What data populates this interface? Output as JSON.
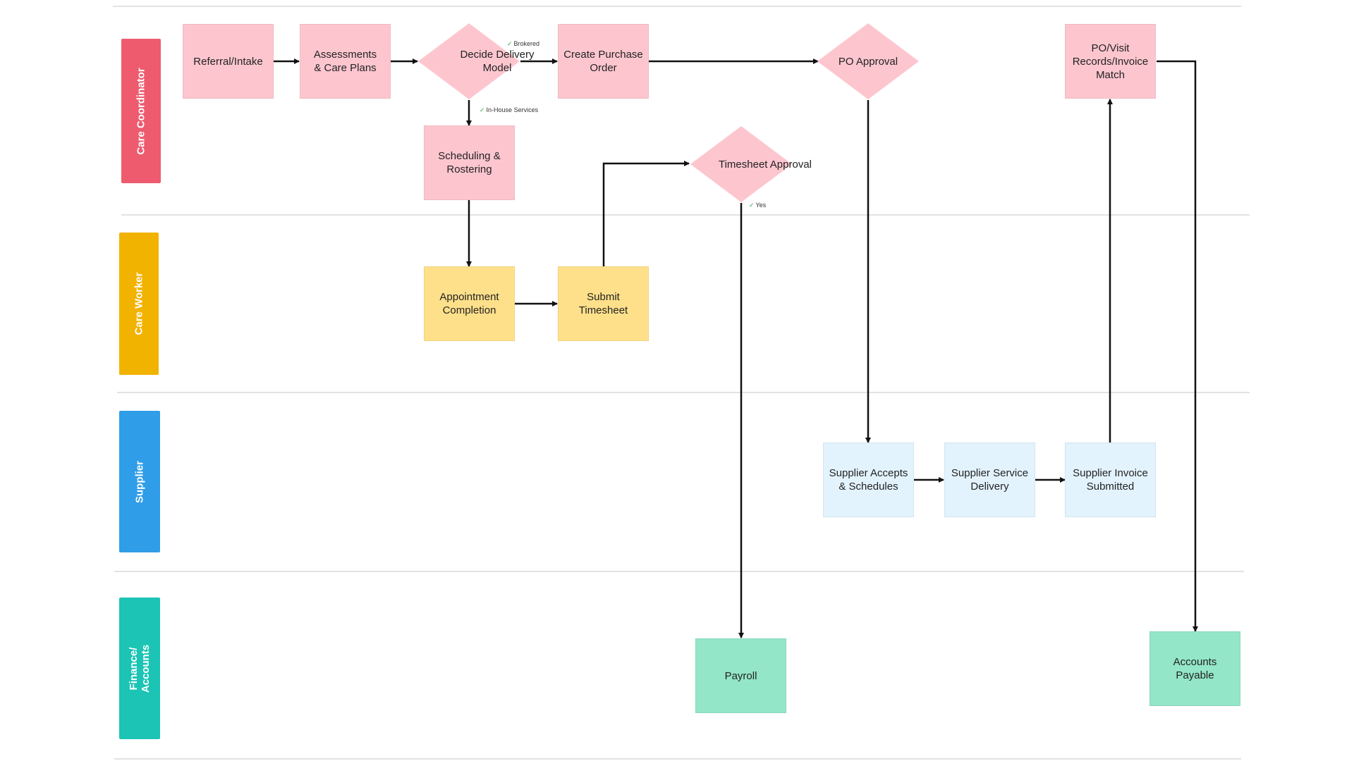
{
  "colors": {
    "coordinator_lane": "#ee5b6f",
    "worker_lane": "#f2b200",
    "supplier_lane": "#2f9de8",
    "finance_lane": "#1cc4b5",
    "pink_node": "#fdc6cf",
    "yellow_node": "#ffe08a",
    "blue_node": "#e3f3fd",
    "green_node": "#93e6c8",
    "arrow": "#111111",
    "divider": "#d9d9d9"
  },
  "lanes": {
    "care_coordinator": "Care Coordinator",
    "care_worker": "Care Worker",
    "supplier": "Supplier",
    "finance_line1": "Finance/",
    "finance_line2": "Accounts"
  },
  "nodes": {
    "referral": "Referral/Intake",
    "assessments": "Assessments & Care Plans",
    "decide": "Decide Delivery Model",
    "purchase_order": "Create Purchase Order",
    "po_approval": "PO Approval",
    "po_match": "PO/Visit Records/Invoice Match",
    "scheduling": "Scheduling & Rostering",
    "timesheet_approval": "Timesheet Approval",
    "appointment": "Appointment Completion",
    "submit_timesheet": "Submit Timesheet",
    "supplier_accepts": "Supplier Accepts & Schedules",
    "supplier_delivery": "Supplier Service Delivery",
    "supplier_invoice": "Supplier Invoice Submitted",
    "payroll": "Payroll",
    "accounts_payable": "Accounts Payable"
  },
  "edge_labels": {
    "brokered": "Brokered",
    "in_house": "In-House Services",
    "yes": "Yes",
    "check": "✓"
  }
}
